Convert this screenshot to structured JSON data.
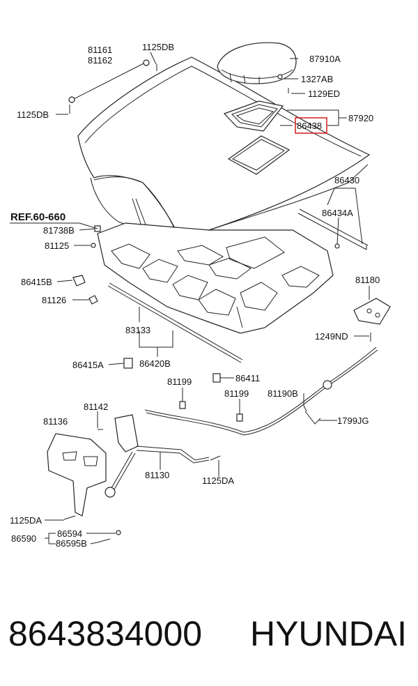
{
  "labels": {
    "p81161": "81161",
    "p81162": "81162",
    "p1125DB_top": "1125DB",
    "p1125DB_left": "1125DB",
    "p87910A": "87910A",
    "p1327AB": "1327AB",
    "p1129ED": "1129ED",
    "p86438": "86438",
    "p87920": "87920",
    "p86430": "86430",
    "p86434A": "86434A",
    "ref": "REF.60-660",
    "p81738B": "81738B",
    "p81125": "81125",
    "p86415B": "86415B",
    "p81180": "81180",
    "p81126": "81126",
    "p83133": "83133",
    "p1249ND": "1249ND",
    "p86415A": "86415A",
    "p86420B": "86420B",
    "p86411": "86411",
    "p81199a": "81199",
    "p81199b": "81199",
    "p81190B": "81190B",
    "p81142": "81142",
    "p81136": "81136",
    "p1799JG": "1799JG",
    "p81130": "81130",
    "p1125DA_right": "1125DA",
    "p1125DA_left": "1125DA",
    "p86594": "86594",
    "p86590": "86590",
    "p86595B": "86595B"
  },
  "highlight_color": "#d62828",
  "footer": {
    "part_number": "8643834000",
    "brand": "HYUNDAI"
  }
}
